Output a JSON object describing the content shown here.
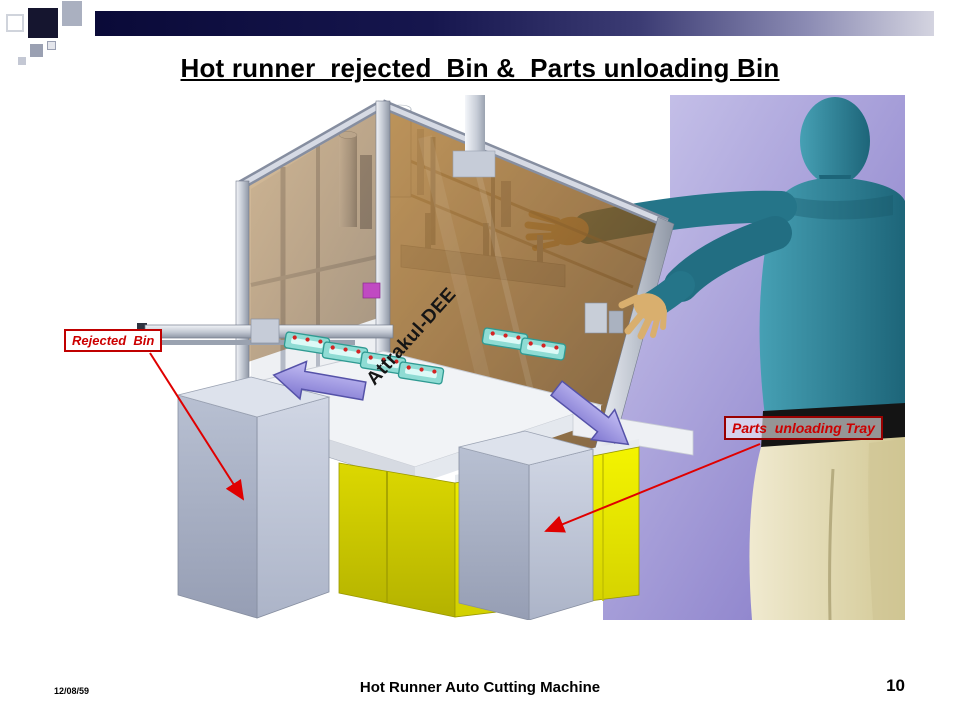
{
  "slide": {
    "title": "Hot runner  rejected  Bin &  Parts unloading Bin",
    "watermark": "Attrakul-DEE",
    "callouts": {
      "rejected_bin": "Rejected  Bin",
      "parts_unloading": "Parts  unloading Tray"
    },
    "footer": {
      "date": "12/08/59",
      "title": "Hot Runner Auto Cutting Machine",
      "page_number": "10"
    },
    "colors": {
      "annotation_red": "#cc0000",
      "transfer_arrow_purple": "#9a92dd",
      "safety_glass_brown": "#8a5c22",
      "cabinet_yellow": "#e8e400",
      "mannequin_shirt": "#2d8196",
      "mannequin_pants": "#e9e2ba",
      "viewport_background": "#9c92d8"
    }
  }
}
